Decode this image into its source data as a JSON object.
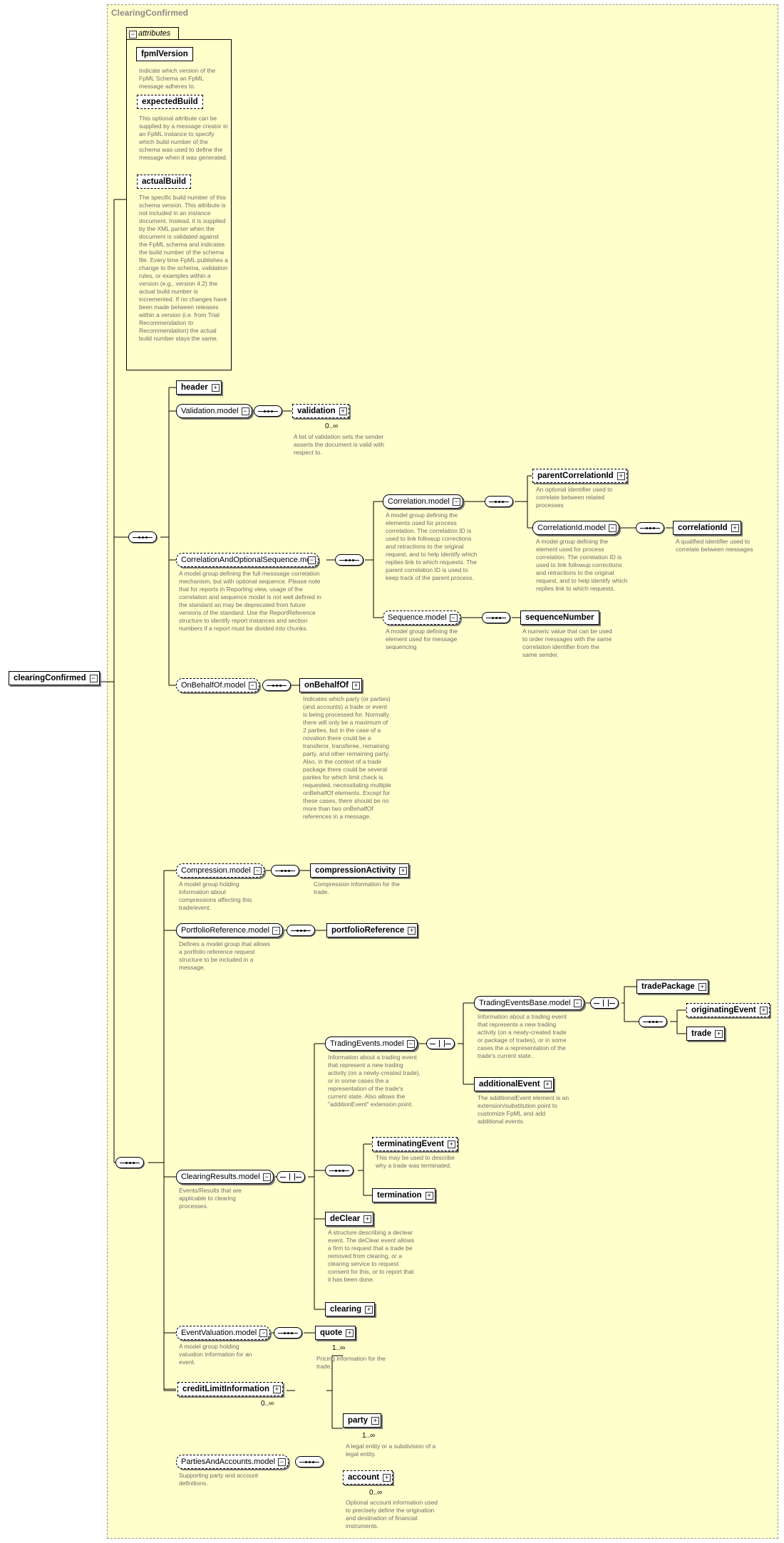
{
  "diagram": {
    "complex_type_title": "ClearingConfirmed",
    "root_element": "clearingConfirmed",
    "attributes": {
      "label": "attributes",
      "items": [
        {
          "name": "fpmlVersion",
          "optional": false,
          "description": "Indicate which version of the FpML Schema an FpML message adheres to."
        },
        {
          "name": "expectedBuild",
          "optional": true,
          "description": "This optional attribute can be supplied by a message creator in an FpML instance to specify which build number of the schema was used to define the message when it was generated."
        },
        {
          "name": "actualBuild",
          "optional": true,
          "description": "The specific build number of this schema version. This attribute is not included in an instance document. Instead, it is supplied by the XML parser when the document is validated against the FpML schema and indicates the build number of the schema file. Every time FpML publishes a change to the schema, validation rules, or examples within a version (e.g., version 4.2) the actual build number is incremented. If no changes have been made between releases within a version (i.e. from Trial Recommendation to Recommendation) the actual build number stays the same."
        }
      ]
    },
    "nodes": {
      "header": {
        "label": "header"
      },
      "validation_model": {
        "label": "Validation.model"
      },
      "validation": {
        "label": "validation",
        "cardinality": "0..∞",
        "description": "A list of validation sets the sender asserts the document is valid with respect to."
      },
      "corr_opt_seq": {
        "label": "CorrelationAndOptionalSequence.mo...",
        "description": "A model group defining the full messsage correlation mechanism, but with optional sequence. Please note that for reports in Reporting view, usage of the correlation and sequence model is not well defined in the standard an may be deprecated from future versions of the standard. Use the ReportReference structure to identify report instances and section numbers if a report must be divided into chunks."
      },
      "correlation_model": {
        "label": "Correlation.model",
        "description": "A model group defining the elements used for process correlation. The correlation ID is used to link followup corrections and retractions to the original request, and to help identify which replies link to which requests. The parent correlation ID is used to keep track of the parent process."
      },
      "parent_correlation_id": {
        "label": "parentCorrelationId",
        "description": "An optional identifier used to correlate between related processes"
      },
      "correlation_id_model": {
        "label": "CorrelationId.model",
        "description": "A model group defining the element used for process correlation. The correlation ID is used to link followup corrections and retractions to the original request, and to help identify which replies link to which requests."
      },
      "correlation_id": {
        "label": "correlationId",
        "description": "A qualified identifier used to correlate between messages"
      },
      "sequence_model": {
        "label": "Sequence.model",
        "description": "A model group defining the element used for message sequencing"
      },
      "sequence_number": {
        "label": "sequenceNumber",
        "description": "A numeric value that can be used to order messages with the same correlation identifier from the same sender."
      },
      "on_behalf_of_model": {
        "label": "OnBehalfOf.model"
      },
      "on_behalf_of": {
        "label": "onBehalfOf",
        "description": "Indicates which party (or parties) (and accounts) a trade or event is being processed for. Normally there will only be a maximum of 2 parties, but in the case of a novation there could be a transferor, transferee, remaining party, and other remaining party. Also, in the context of a trade package there could be several parties for which limit check is requested, necessitating multiple onBehalfOf elements. Except for these cases, there should be no more than two onBehalfOf references in a message."
      },
      "compression_model": {
        "label": "Compression.model",
        "description": "A model group holding information about compressions affecting this trade/event."
      },
      "compression_activity": {
        "label": "compressionActivity",
        "description": "Compression information for the trade."
      },
      "portfolio_reference_model": {
        "label": "PortfolioReference.model",
        "description": "Defines a model group that allows a portfolio reference request structure to be included in a message."
      },
      "portfolio_reference": {
        "label": "portfolioReference"
      },
      "trading_events_base": {
        "label": "TradingEventsBase.model",
        "description": "Information about a trading event that represents a new trading activity (on a newly-created trade or package of trades), or in some cases the a representation of the trade's current state.."
      },
      "trade_package": {
        "label": "tradePackage"
      },
      "originating_event": {
        "label": "originatingEvent"
      },
      "trade": {
        "label": "trade"
      },
      "trading_events_model": {
        "label": "TradingEvents.model",
        "description": "Information about a trading event that represent a new trading activity (on a newly-created trade), or in some cases the a representation of the trade's current state. Also allows the \"additionEvent\" extension point."
      },
      "additional_event": {
        "label": "additionalEvent",
        "description": "The additionalEvent element is an extension/substitution point to customize FpML and add additional events."
      },
      "terminating_event": {
        "label": "terminatingEvent",
        "description": "This may be used to describe why a trade was terminated."
      },
      "termination": {
        "label": "termination"
      },
      "clearing_results_model": {
        "label": "ClearingResults.model",
        "description": "Events/Results that are applicable to clearing processes."
      },
      "de_clear": {
        "label": "deClear",
        "description": "A structure describing a declear event. The deClear event allows a firm to request that a trade be removed from clearing, or a clearing service to request consent for this, or to report that it has been done."
      },
      "clearing": {
        "label": "clearing"
      },
      "event_valuation_model": {
        "label": "EventValuation.model",
        "description": "A model group holding valuation information for an event."
      },
      "quote": {
        "label": "quote",
        "cardinality": "1..∞",
        "description": "Pricing information for the trade."
      },
      "credit_limit_information": {
        "label": "creditLimitInformation",
        "cardinality": "0..∞"
      },
      "parties_and_accounts_model": {
        "label": "PartiesAndAccounts.model",
        "description": "Supporting party and account definitions."
      },
      "party": {
        "label": "party",
        "cardinality": "1..∞",
        "description": "A legal entity or a subdivision of a legal entity."
      },
      "account": {
        "label": "account",
        "cardinality": "0..∞",
        "description": "Optional account information used to precisely define the origination and destination of financial instruments."
      }
    },
    "colors": {
      "background": "#ffffcc",
      "border": "#9a9a9a",
      "description_text": "#6b6b6b"
    }
  }
}
